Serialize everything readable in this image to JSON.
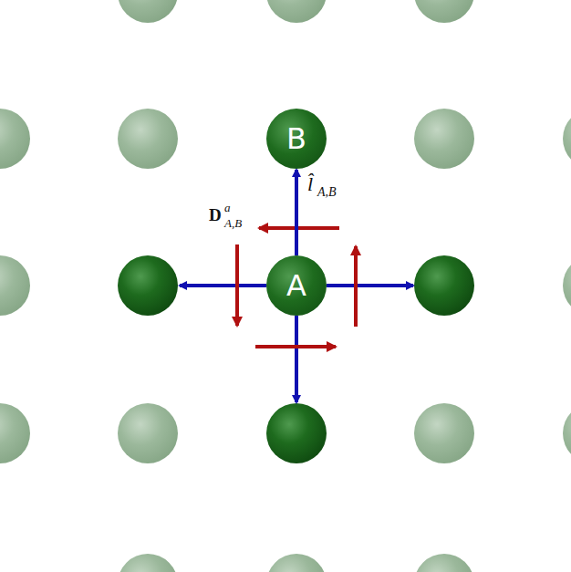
{
  "diagram": {
    "nodes": [
      {
        "text": [
          "B"
        ]
      },
      {
        "text": [
          "A"
        ]
      }
    ],
    "edges": [
      {
        "from": 1,
        "to": 0,
        "arrow": "to"
      }
    ],
    "labels": [
      "l̂",
      "A,B",
      "D",
      "a",
      "A,B"
    ]
  }
}
